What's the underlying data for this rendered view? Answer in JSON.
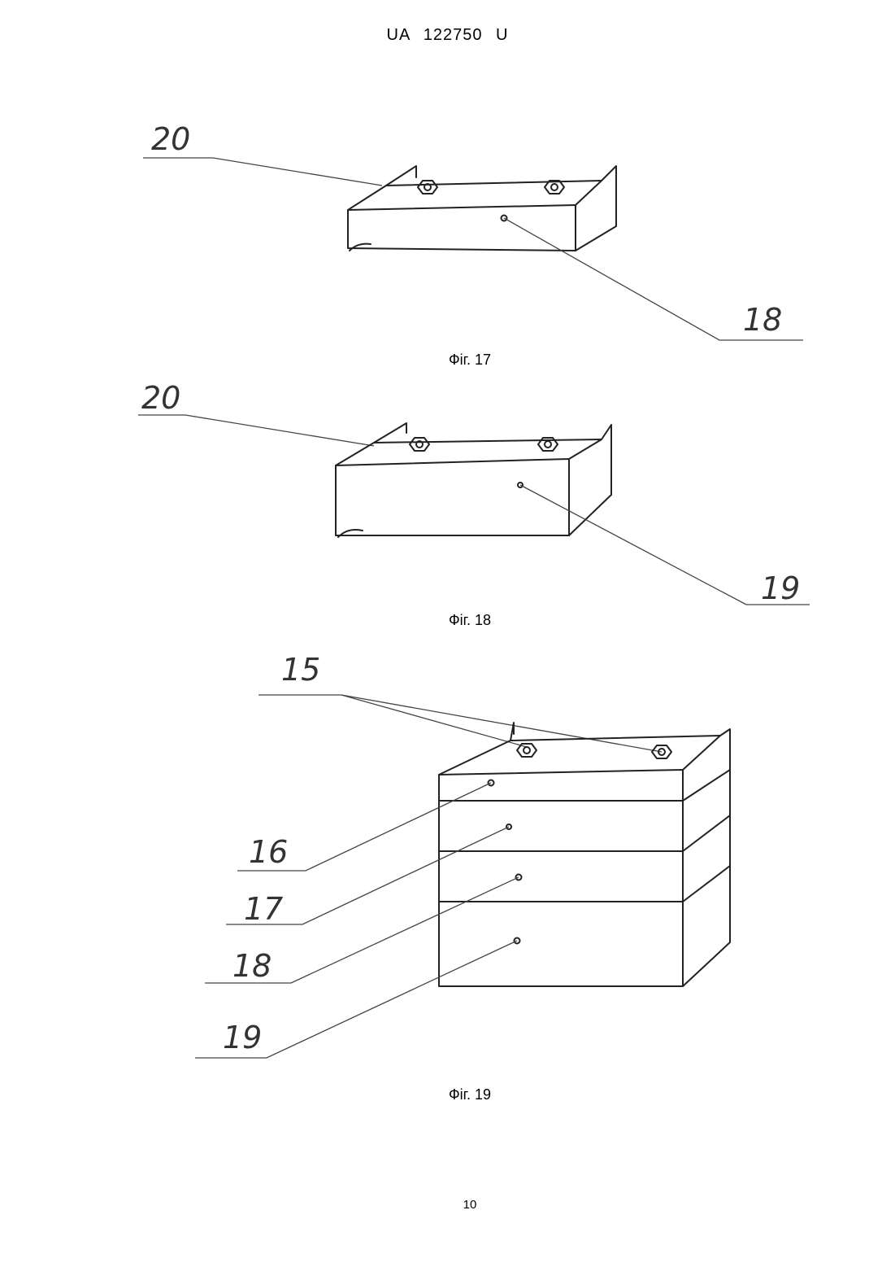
{
  "header": {
    "doc_id": "UA   122750   U"
  },
  "figures": [
    {
      "caption": "Фіг. 17",
      "labels": [
        "20",
        "18"
      ]
    },
    {
      "caption": "Фіг. 18",
      "labels": [
        "20",
        "19"
      ]
    },
    {
      "caption": "Фіг. 19",
      "labels": [
        "15",
        "16",
        "17",
        "18",
        "19"
      ]
    }
  ],
  "page_number": "10"
}
